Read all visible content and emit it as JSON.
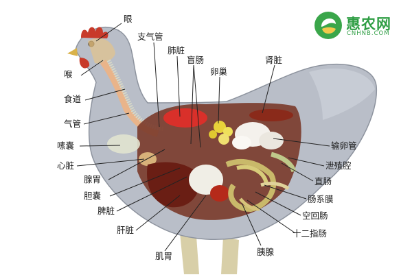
{
  "logo": {
    "text": "惠农网",
    "subtext": "CNHNB.COM",
    "color": "#2f9e44"
  },
  "labels": {
    "eye": "眼",
    "bronchus": "支气管",
    "lung": "肺脏",
    "cecum": "盲肠",
    "ovary": "卵巢",
    "kidney": "肾脏",
    "larynx": "喉",
    "esophagus": "食道",
    "trachea": "气管",
    "crop": "嗉囊",
    "heart": "心脏",
    "oviduct": "输卵管",
    "cloaca": "泄殖腔",
    "rectum": "直肠",
    "mesentery": "肠系膜",
    "jejunum_ileum": "空回肠",
    "duodenum": "十二指肠",
    "proventriculus": "腺胃",
    "gallbladder": "胆囊",
    "spleen": "脾脏",
    "liver": "肝脏",
    "gizzard": "肌胃",
    "pancreas": "胰腺"
  }
}
